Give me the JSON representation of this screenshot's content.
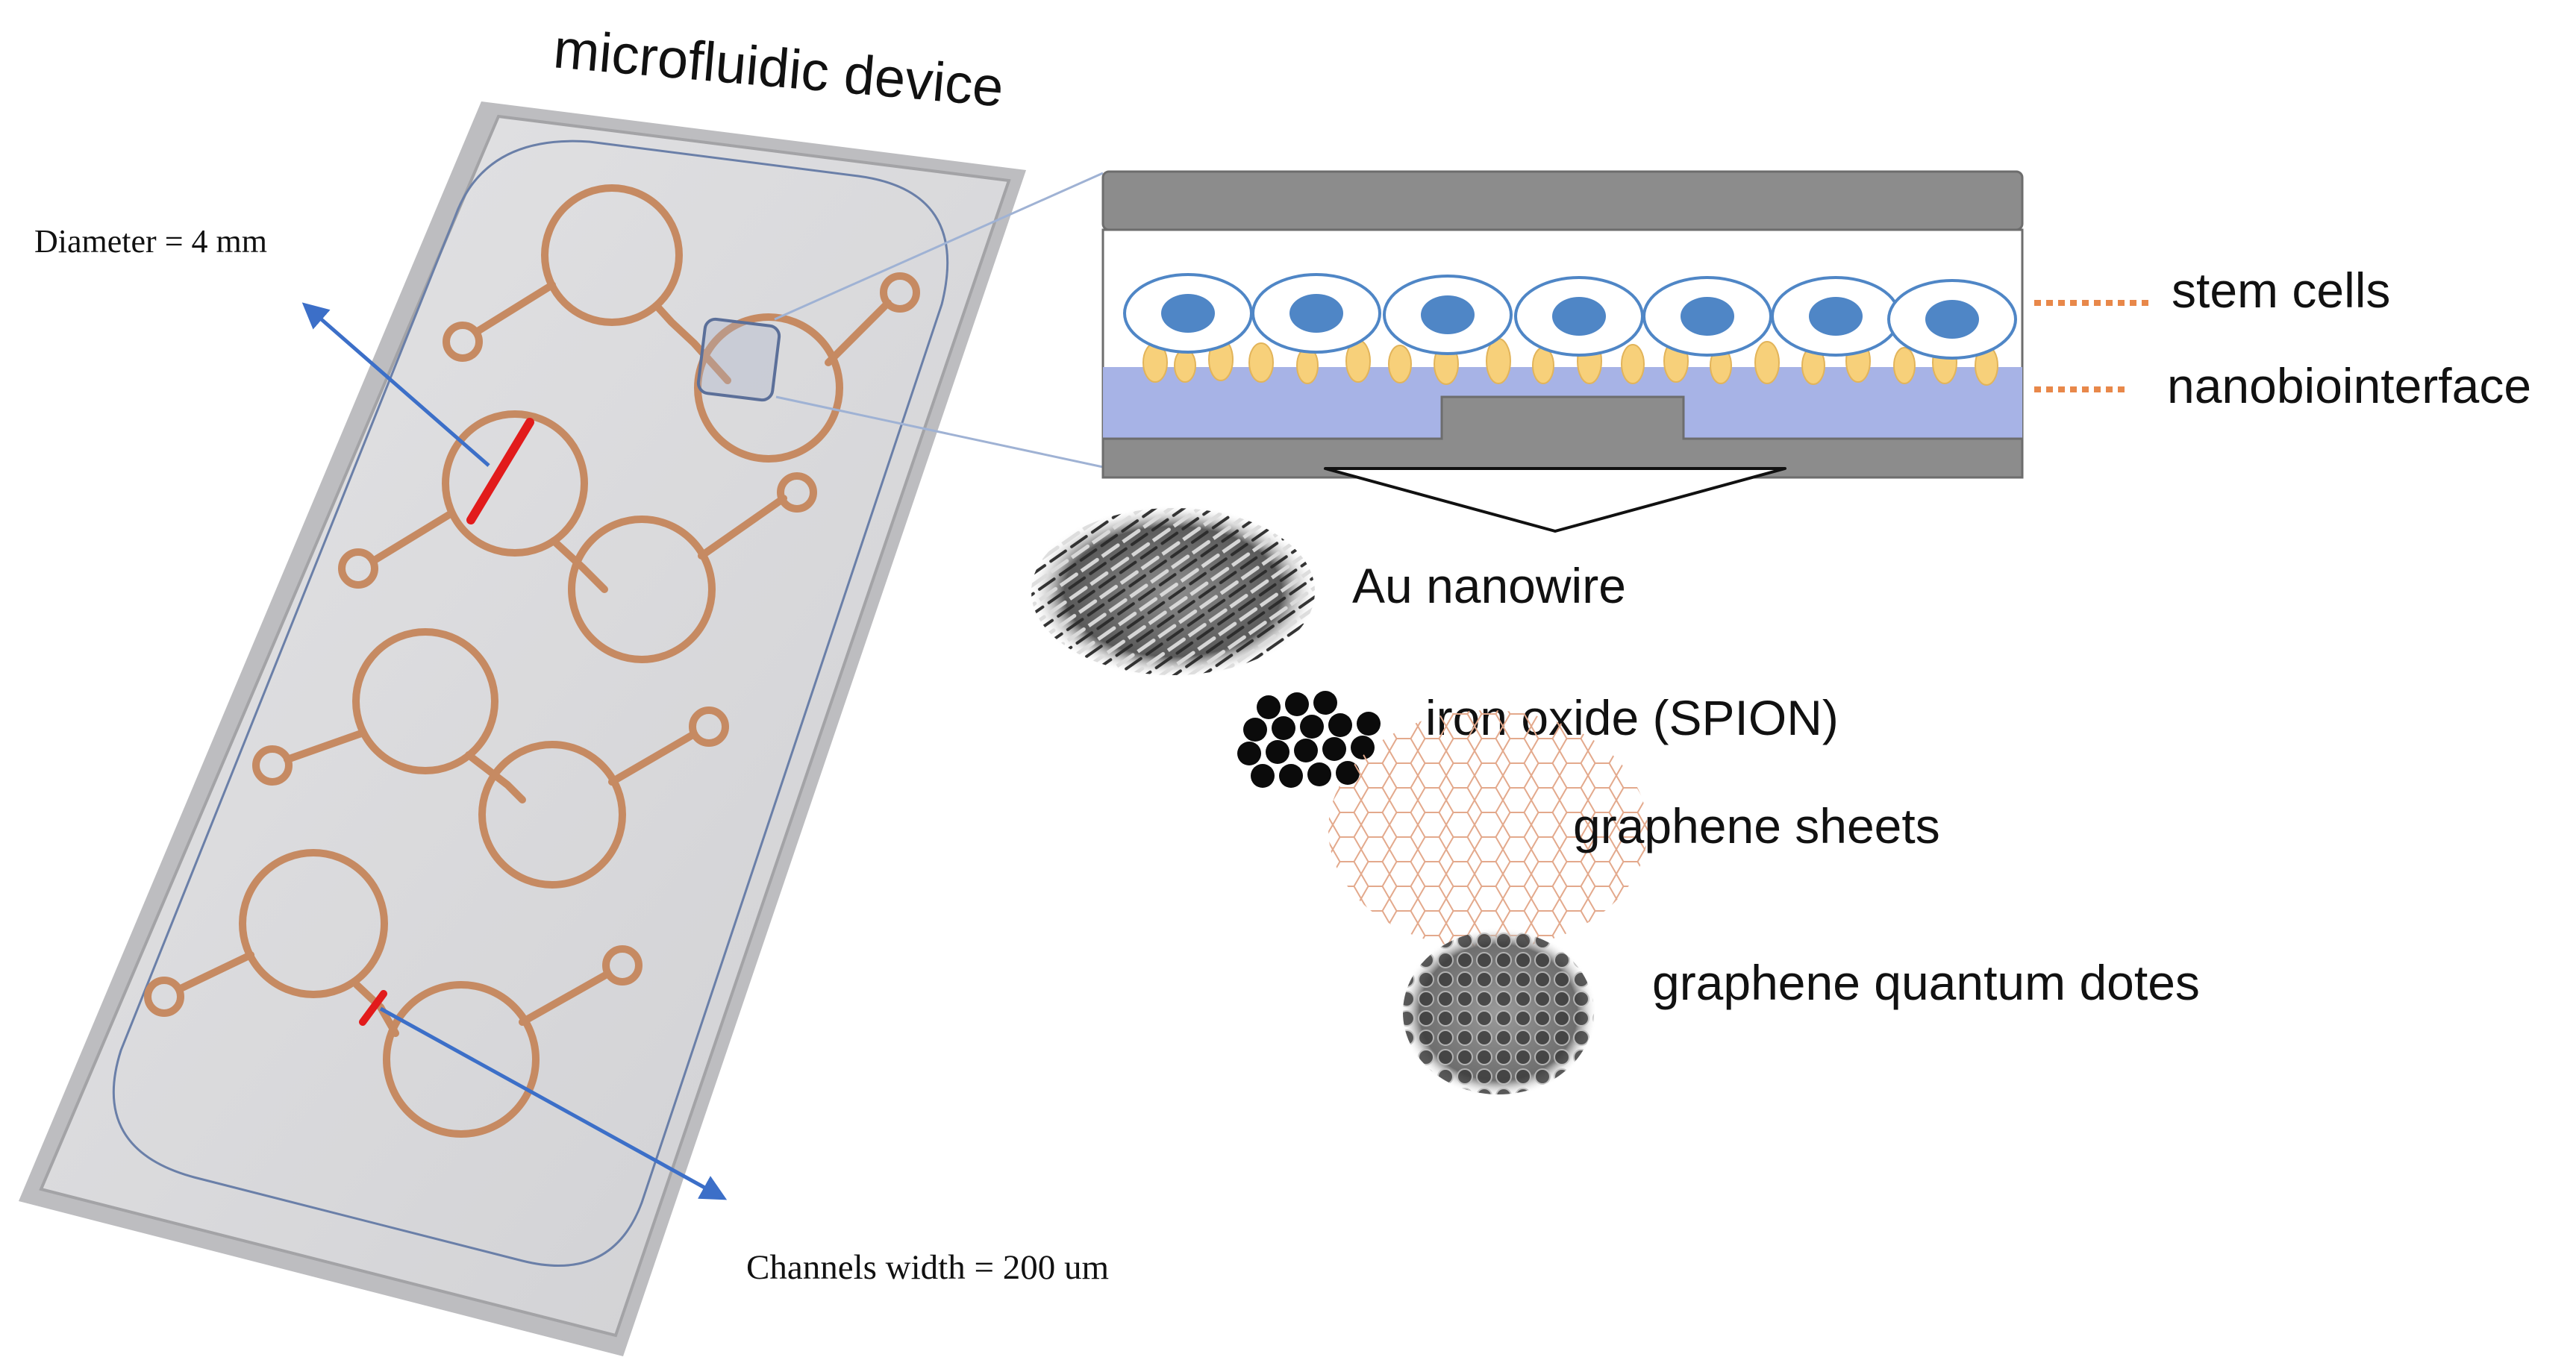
{
  "title": "microfluidic device",
  "measurements": {
    "diameter": "Diameter = 4 mm",
    "channel_width": "Channels width = 200 um"
  },
  "layers": {
    "stem_cells": "stem cells",
    "nanobiointerface": "nanobiointerface"
  },
  "materials": [
    {
      "label": "Au nanowire",
      "icon": "nanowire-icon"
    },
    {
      "label": "iron oxide (SPION)",
      "icon": "spion-icon"
    },
    {
      "label": "graphene sheets",
      "icon": "graphene-sheet-icon"
    },
    {
      "label": "graphene quantum dotes",
      "icon": "quantum-dots-icon"
    }
  ],
  "colors": {
    "channel": "#c68a62",
    "device_fill": "#d4d4d6",
    "chamber_wall": "#8c8c8c",
    "cell_nucleus": "#4f86c6",
    "interface_blue": "#a7b3e6",
    "interface_bumps": "#f7d07a",
    "dotted_leader": "#e8884a",
    "measure_red": "#e21b1b",
    "arrow_blue": "#3c6fc8"
  }
}
